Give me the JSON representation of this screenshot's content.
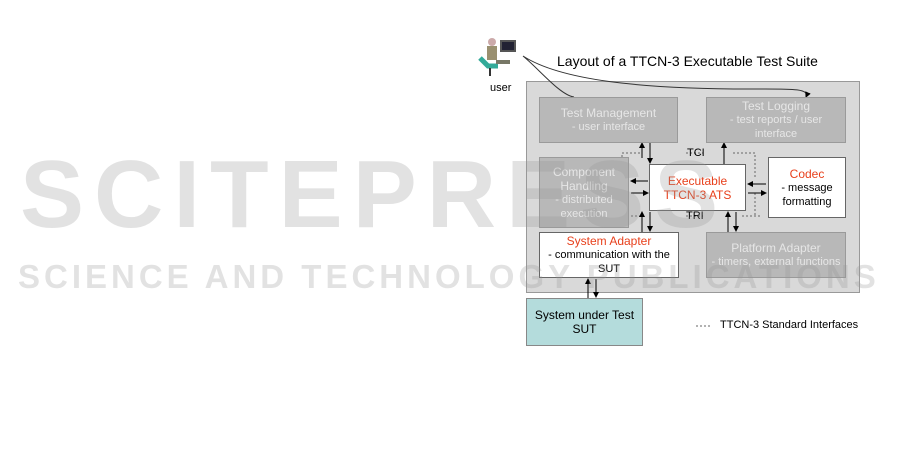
{
  "title": "Layout of a TTCN-3 Executable Test Suite",
  "user_label": "user",
  "boxes": {
    "test_management": {
      "title": "Test Management",
      "sub": "- user interface"
    },
    "test_logging": {
      "title": "Test Logging",
      "sub": "- test reports / user interface"
    },
    "component_handling": {
      "title": "Component Handling",
      "sub": "- distributed execution"
    },
    "executable": {
      "title": "Executable TTCN-3 ATS"
    },
    "codec": {
      "title": "Codec",
      "sub": "- message formatting"
    },
    "system_adapter": {
      "title": "System Adapter",
      "sub": "- communication with the SUT"
    },
    "platform_adapter": {
      "title": "Platform Adapter",
      "sub": "- timers, external functions"
    },
    "sut": {
      "title": "System under Test",
      "sub": "SUT"
    }
  },
  "interfaces": {
    "tci": "TCI",
    "tri": "TRI"
  },
  "legend": "TTCN-3 Standard Interfaces",
  "watermark": {
    "main": "SCITEPRESS",
    "sub": "SCIENCE AND TECHNOLOGY PUBLICATIONS"
  },
  "colors": {
    "outer": "#d9d9d9",
    "grey_box": "#b8b8b8",
    "sut": "#b4dcdc",
    "accent": "#e8401c"
  }
}
